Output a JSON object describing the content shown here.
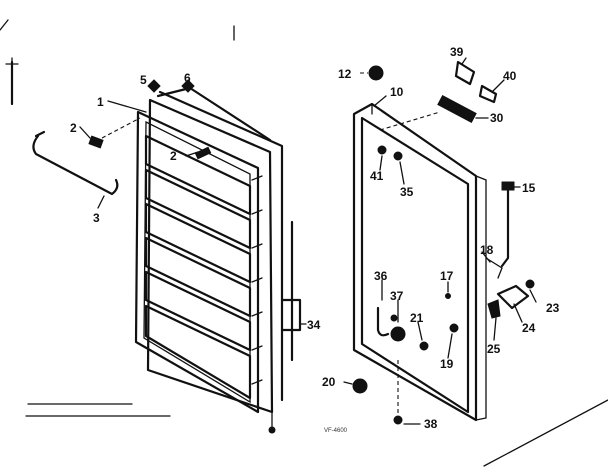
{
  "callouts": [
    {
      "id": "1",
      "label": "1"
    },
    {
      "id": "2a",
      "label": "2"
    },
    {
      "id": "2b",
      "label": "2"
    },
    {
      "id": "3",
      "label": "3"
    },
    {
      "id": "5",
      "label": "5"
    },
    {
      "id": "6",
      "label": "6"
    },
    {
      "id": "10",
      "label": "10"
    },
    {
      "id": "12",
      "label": "12"
    },
    {
      "id": "15",
      "label": "15"
    },
    {
      "id": "17",
      "label": "17"
    },
    {
      "id": "18",
      "label": "18"
    },
    {
      "id": "19",
      "label": "19"
    },
    {
      "id": "20",
      "label": "20"
    },
    {
      "id": "21",
      "label": "21"
    },
    {
      "id": "23",
      "label": "23"
    },
    {
      "id": "24",
      "label": "24"
    },
    {
      "id": "25",
      "label": "25"
    },
    {
      "id": "30a",
      "label": "30"
    },
    {
      "id": "30b",
      "label": "30"
    },
    {
      "id": "34",
      "label": "34"
    },
    {
      "id": "35",
      "label": "35"
    },
    {
      "id": "36",
      "label": "36"
    },
    {
      "id": "37",
      "label": "37"
    },
    {
      "id": "38",
      "label": "38"
    },
    {
      "id": "39",
      "label": "39"
    },
    {
      "id": "40",
      "label": "40"
    },
    {
      "id": "41",
      "label": "41"
    }
  ],
  "footer_code": "VF-4600"
}
